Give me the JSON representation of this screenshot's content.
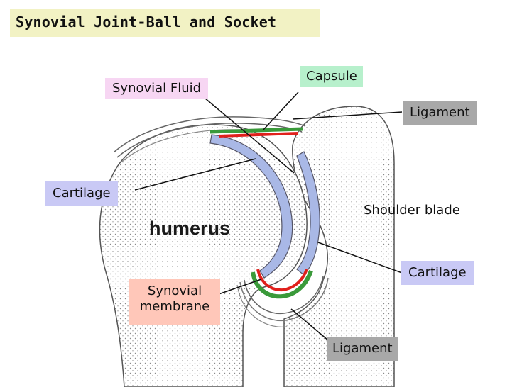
{
  "title": "Synovial Joint-Ball and Socket",
  "labels": {
    "synovial_fluid": "Synovial Fluid",
    "capsule": "Capsule",
    "ligament_top": "Ligament",
    "cartilage_left": "Cartilage",
    "shoulder_blade": "Shoulder blade",
    "cartilage_right": "Cartilage",
    "synovial_membrane_line1": "Synovial",
    "synovial_membrane_line2": "membrane",
    "ligament_bottom": "Ligament",
    "humerus": "humerus"
  },
  "colors": {
    "title_bg": "#f2f2c4",
    "synovial_fluid_bg": "#f7d6f3",
    "capsule_bg": "#b7f0cc",
    "ligament_bg": "#a8a8a8",
    "cartilage_bg": "#c9c9f5",
    "synovial_membrane_bg": "#ffc7b9",
    "cartilage_fill": "#a9b8e6",
    "capsule_line": "#3a9a3a",
    "membrane_line": "#e0201c"
  }
}
